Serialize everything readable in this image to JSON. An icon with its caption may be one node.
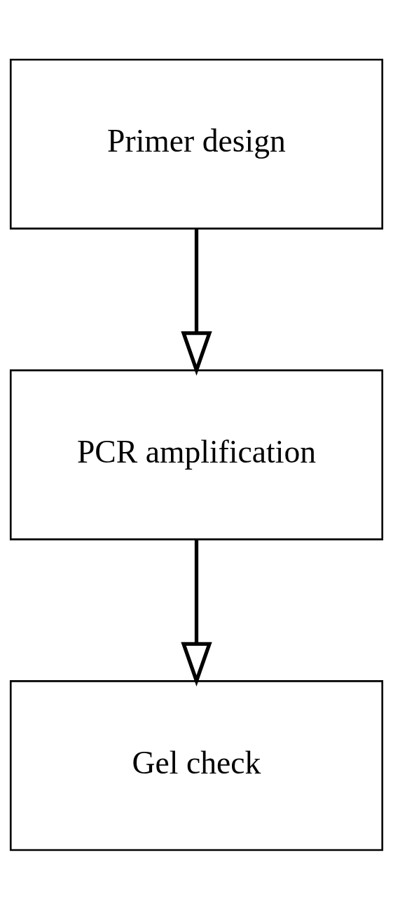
{
  "diagram": {
    "nodes": [
      {
        "text": [
          "Primer design"
        ]
      },
      {
        "text": [
          "PCR amplification"
        ]
      },
      {
        "text": [
          "Gel check"
        ]
      }
    ],
    "edges": [
      {
        "from": 0,
        "to": 1,
        "arrow": "to"
      },
      {
        "from": 1,
        "to": 2,
        "arrow": "to"
      }
    ]
  }
}
